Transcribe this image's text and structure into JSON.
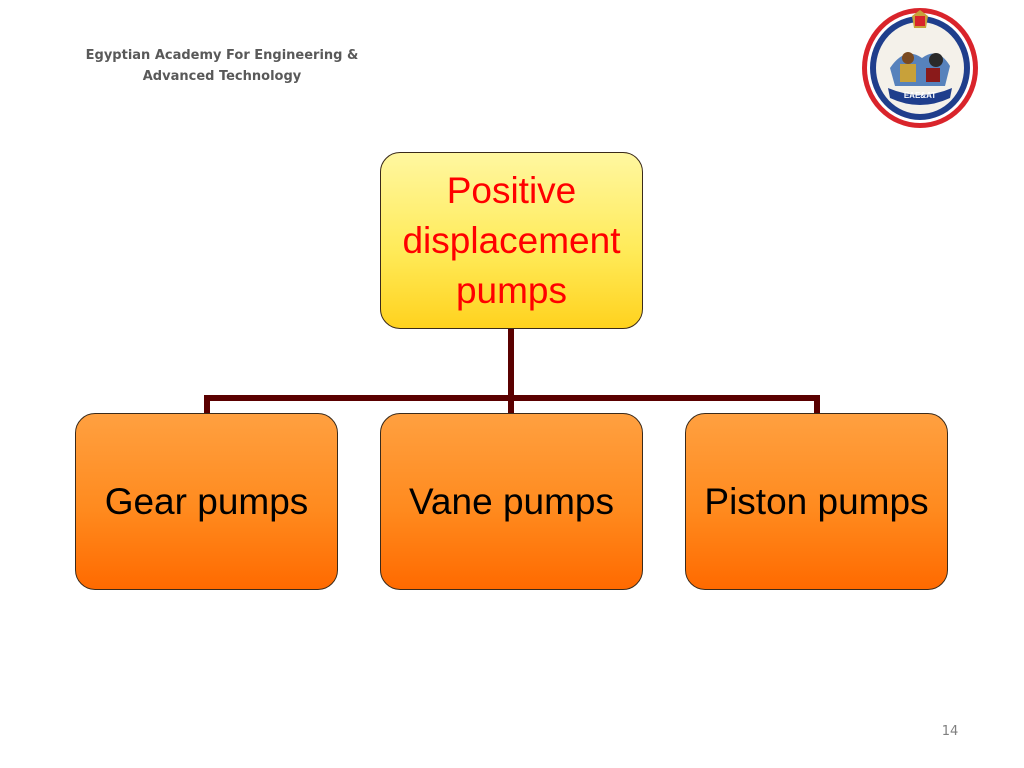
{
  "header": {
    "line1": "Egyptian Academy For Engineering &",
    "line2": "Advanced Technology"
  },
  "logo": {
    "text": "EAE&AT",
    "colors": {
      "ring": "#d9242b",
      "inner_border": "#1f3e8c",
      "band": "#1f3e8c"
    }
  },
  "diagram": {
    "root": {
      "lines": [
        "Positive",
        "displacement",
        "pumps"
      ]
    },
    "children": [
      {
        "label": "Gear pumps"
      },
      {
        "label": "Vane pumps"
      },
      {
        "label": "Piston pumps"
      }
    ],
    "colors": {
      "root_fill": "#ffeb5a",
      "root_text": "#ff0000",
      "child_fill": "#ff8a1e",
      "child_text": "#000000",
      "connector": "#5a0000"
    }
  },
  "footer": {
    "page_number": "14"
  }
}
